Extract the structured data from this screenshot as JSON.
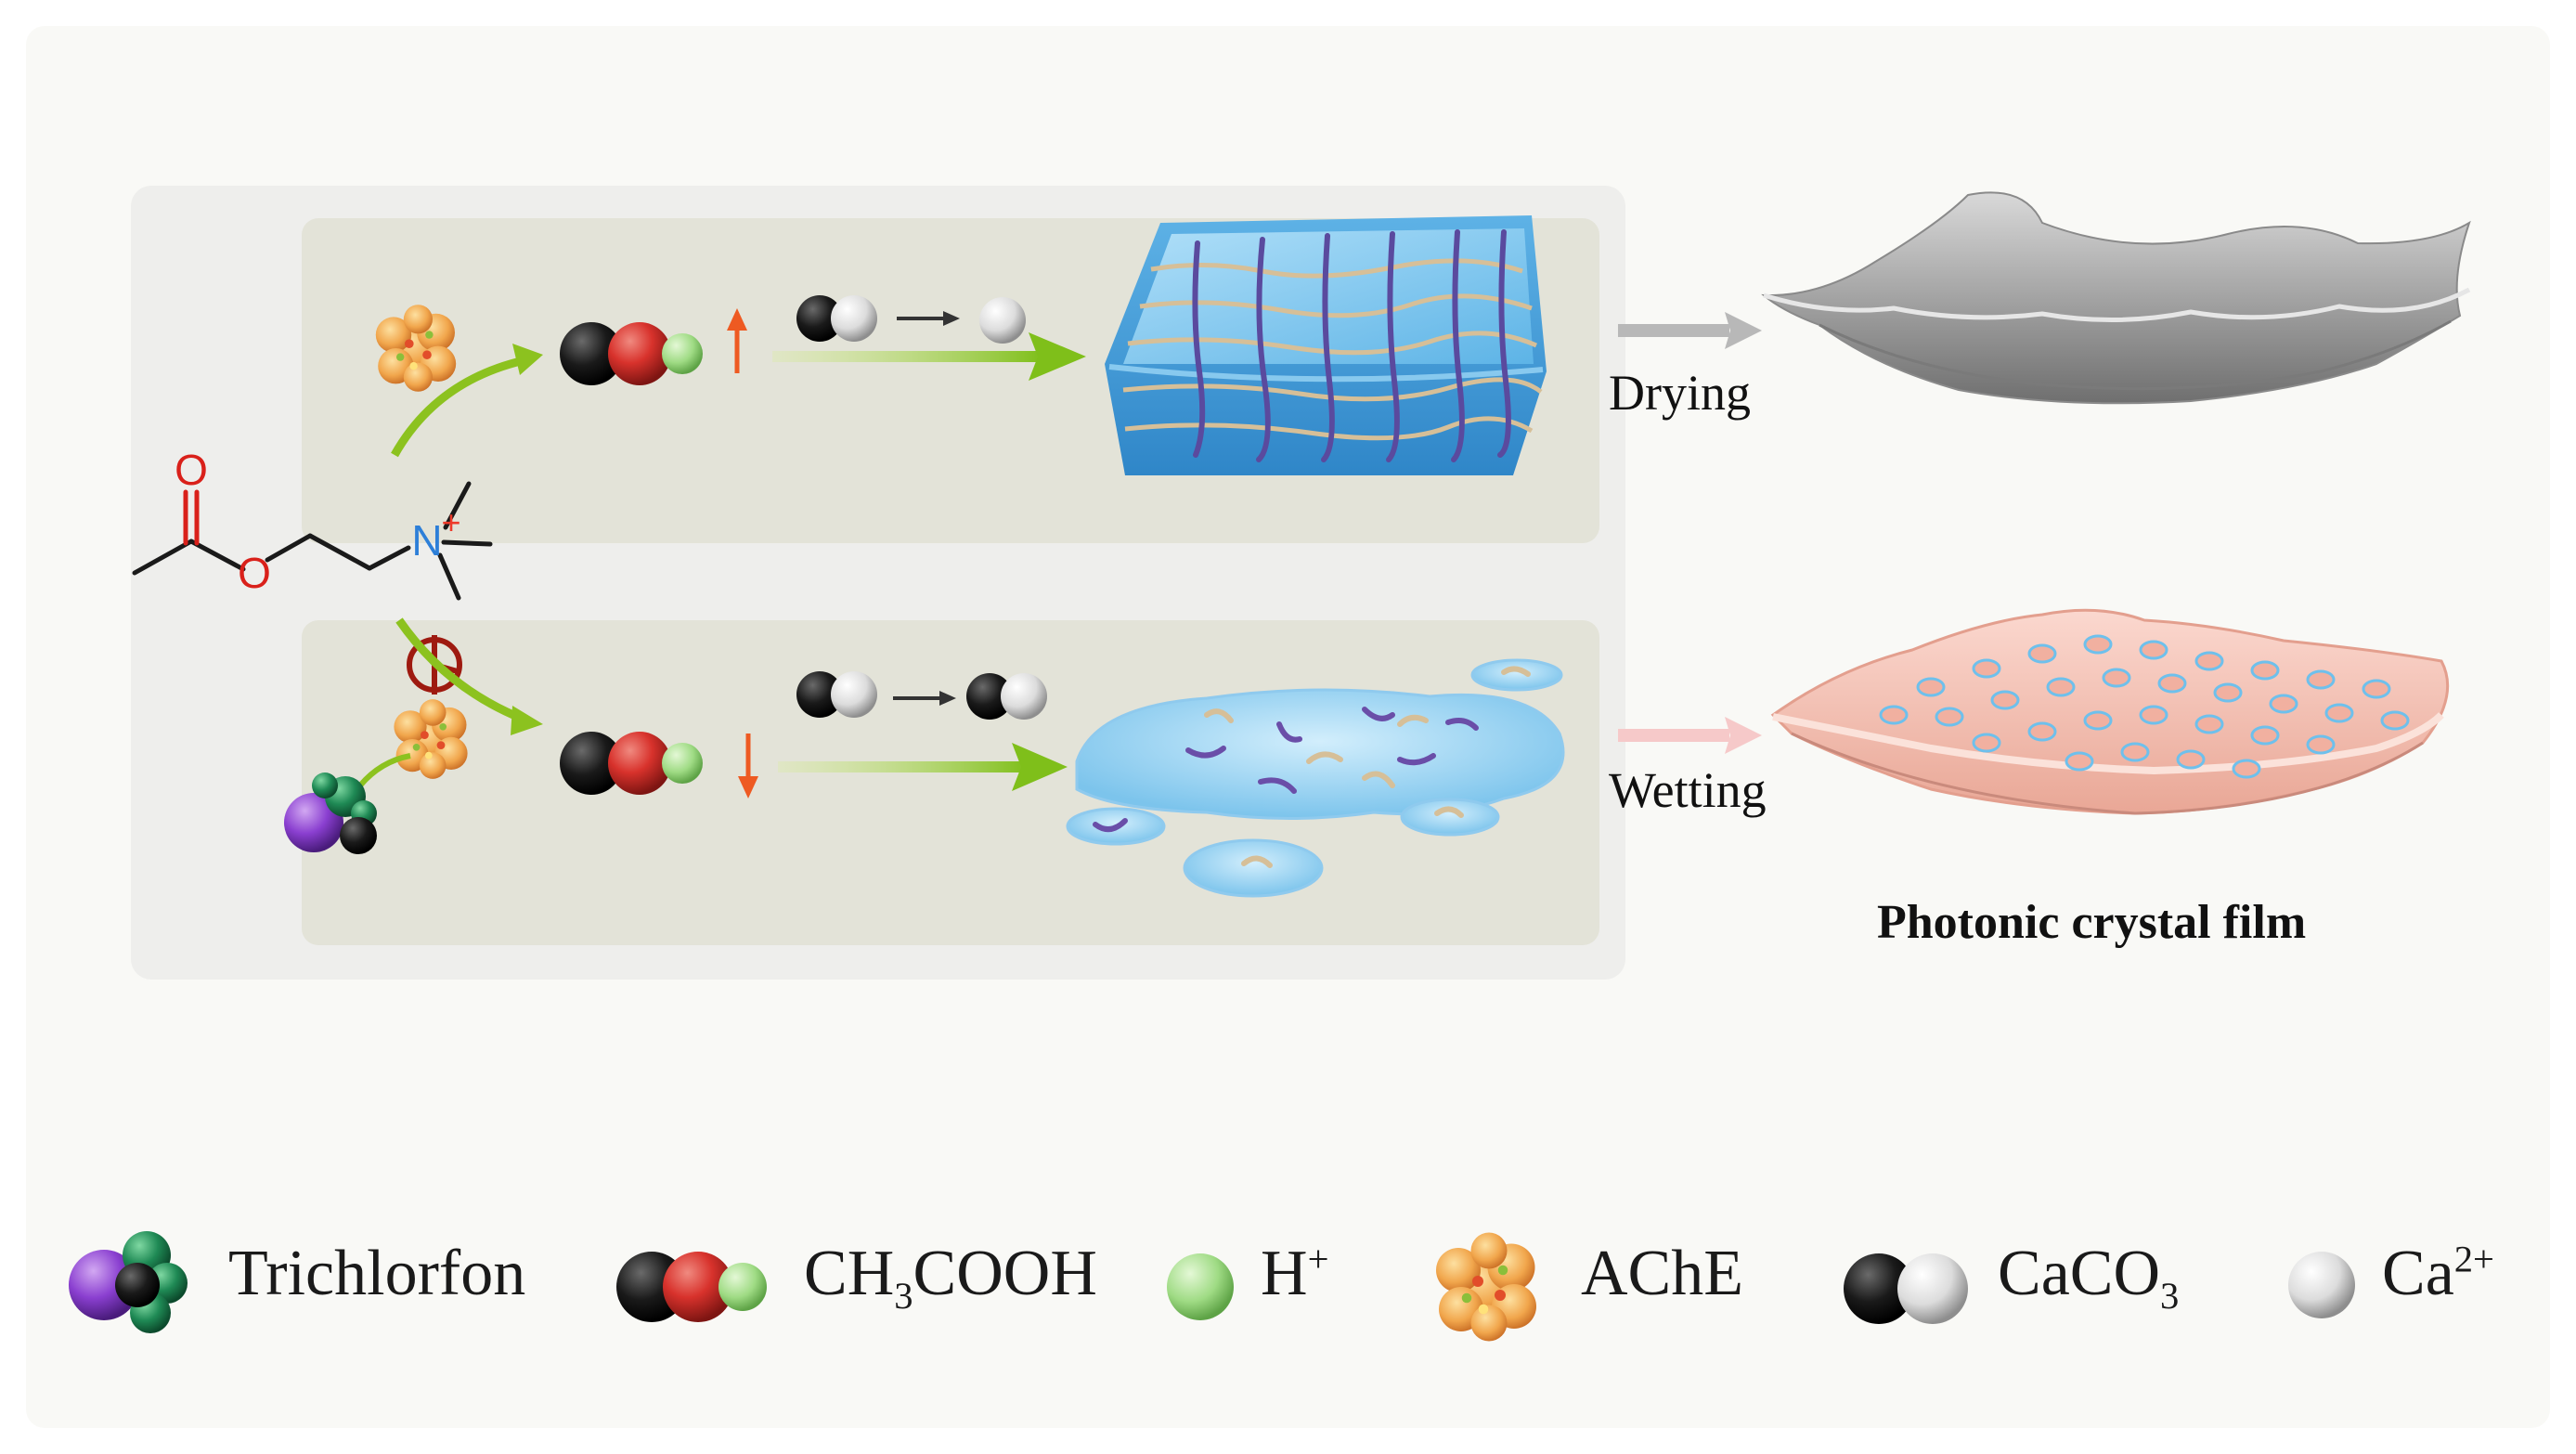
{
  "labels": {
    "drying": "Drying",
    "wetting": "Wetting",
    "film_caption": "Photonic crystal film"
  },
  "structure_atoms": {
    "carbonyl_o": "O",
    "ester_o": "O",
    "nitrogen": "N",
    "charge": "+"
  },
  "legend": {
    "trichlorfon": "Trichlorfon",
    "acetic_acid": {
      "base": "CH",
      "sub": "3",
      "rest": "COOH"
    },
    "proton": {
      "base": "H",
      "sup": "+"
    },
    "ache": "AChE",
    "calcium_carbonate": {
      "base": "CaCO",
      "sub": "3"
    },
    "calcium_ion": {
      "base": "Ca",
      "sup": "2+"
    }
  },
  "colors": {
    "atom_oxygen_red": "#d9201a",
    "atom_nitrogen_blue": "#2d7fd8",
    "arrow_green": "#8cc21f",
    "up_arrow_orange": "#ee5a22",
    "gel_blue": "#6ec0ec",
    "film_grey": "#9b9b9b",
    "film_pink": "#f3b9ac",
    "drying_arrow_grey": "#b5b5b5",
    "wetting_arrow_pink": "#f6c6c6"
  }
}
